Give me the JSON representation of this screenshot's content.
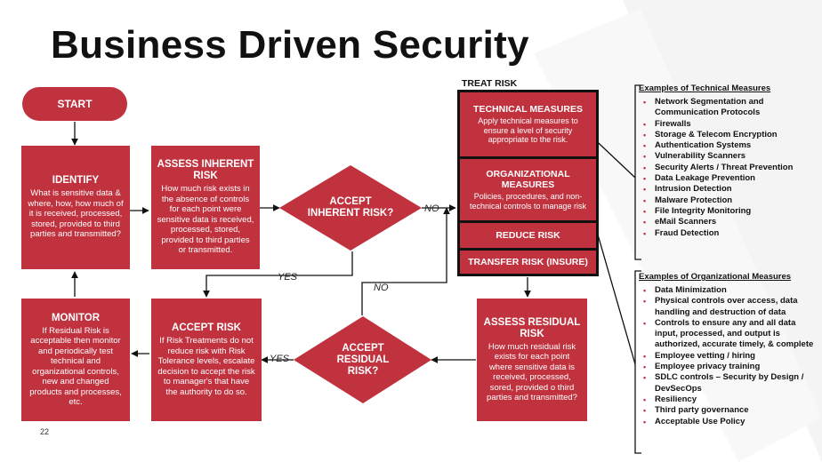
{
  "title": "Business Driven Security",
  "start": "START",
  "identify": {
    "heading": "IDENTIFY",
    "body": "What is sensitive data & where, how, how much of it is received, processed, stored, provided to third parties and transmitted?"
  },
  "assess_inherent": {
    "heading": "ASSESS INHERENT RISK",
    "body": "How much risk exists in the absence of controls for each point were sensitive data is received, processed, stored, provided to third parties or transmitted."
  },
  "accept_inherent": "ACCEPT INHERENT RISK?",
  "treat_risk": {
    "title": "TREAT RISK",
    "technical": {
      "heading": "TECHNICAL MEASURES",
      "body": "Apply technical measures to ensure a level of security appropriate to the risk."
    },
    "organizational": {
      "heading": "ORGANIZATIONAL MEASURES",
      "body": "Policies, procedures, and non-technical controls to manage risk"
    },
    "reduce": "REDUCE RISK",
    "transfer": "TRANSFER RISK (INSURE)"
  },
  "assess_residual": {
    "heading": "ASSESS RESIDUAL RISK",
    "body": "How much residual risk exists for each point where sensitive data is received, processed, sored, provided o third parties and transmitted?"
  },
  "accept_residual": "ACCEPT RESIDUAL RISK?",
  "accept_risk": {
    "heading": "ACCEPT RISK",
    "body": "If Risk Treatments do not reduce risk with Risk Tolerance levels, escalate decision to accept the risk to manager's that have the authority to do so."
  },
  "monitor": {
    "heading": "MONITOR",
    "body": "If Residual Risk is acceptable then monitor and periodically test technical and organizational controls, new and changed products and processes, etc."
  },
  "labels": {
    "no_inherent": "NO",
    "yes_inherent": "YES",
    "no_residual": "NO",
    "yes_residual": "YES"
  },
  "technical_examples": {
    "heading": "Examples of Technical Measures",
    "items": [
      "Network Segmentation and Communication Protocols",
      "Firewalls",
      "Storage & Telecom Encryption",
      "Authentication Systems",
      "Vulnerability Scanners",
      "Security Alerts / Threat Prevention",
      "Data Leakage Prevention",
      "Intrusion Detection",
      "Malware Protection",
      "File Integrity Monitoring",
      "eMail Scanners",
      "Fraud Detection"
    ]
  },
  "organizational_examples": {
    "heading": "Examples of Organizational Measures",
    "items": [
      "Data Minimization",
      "Physical controls over access, data handling and destruction of data",
      "Controls to ensure any and all data input, processed, and output is authorized, accurate timely, & complete",
      "Employee vetting / hiring",
      "Employee privacy training",
      "SDLC controls – Security by Design / DevSecOps",
      "Resiliency",
      "Third party governance",
      "Acceptable Use Policy"
    ]
  },
  "page_number": "22",
  "colors": {
    "accent": "#c1323f",
    "text": "#111111"
  }
}
